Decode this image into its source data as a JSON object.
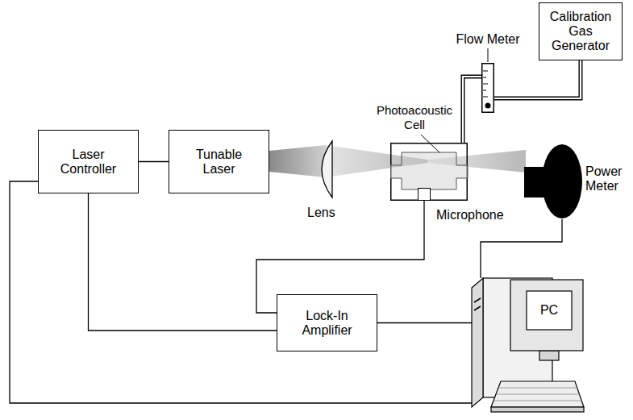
{
  "diagram": {
    "nodes": [
      {
        "text": [
          "Calibration Gas Generator"
        ]
      },
      {
        "text": [
          "Flow Meter"
        ]
      },
      {
        "text": [
          "Photoacoustic Cell"
        ]
      },
      {
        "text": [
          "Microphone"
        ],
        "in": 2
      },
      {
        "text": [
          "Laser Controller"
        ]
      },
      {
        "text": [
          "Tunable Laser"
        ]
      },
      {
        "text": [
          "Power Meter"
        ]
      },
      {
        "text": [
          "Lock-In Amplifier"
        ]
      },
      {
        "text": [
          "PC"
        ]
      }
    ],
    "edges": [
      {
        "from": 4,
        "to": 5,
        "arrow": "none"
      },
      {
        "from": 4,
        "to": 7,
        "arrow": "none"
      },
      {
        "from": 4,
        "to": 8,
        "arrow": "none"
      },
      {
        "from": 0,
        "to": 1,
        "arrow": "none"
      },
      {
        "from": 1,
        "to": 2,
        "arrow": "none"
      },
      {
        "from": 3,
        "to": 7,
        "arrow": "none"
      },
      {
        "from": 7,
        "to": 8,
        "arrow": "none"
      },
      {
        "from": 6,
        "to": 8,
        "arrow": "none"
      }
    ],
    "labels": [
      "Lens"
    ]
  }
}
